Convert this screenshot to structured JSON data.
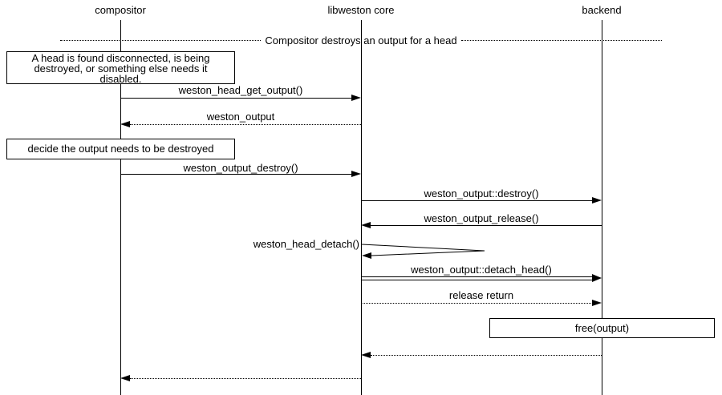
{
  "diagram": {
    "actors": [
      {
        "id": "compositor",
        "label": "compositor"
      },
      {
        "id": "libweston",
        "label": "libweston core"
      },
      {
        "id": "backend",
        "label": "backend"
      }
    ],
    "divider": {
      "label": "Compositor destroys an output for a head"
    },
    "notes": [
      {
        "lines": [
          "A head is found disconnected, is being",
          "destroyed, or something else needs it",
          "disabled."
        ]
      },
      {
        "text": "decide the output needs to be destroyed"
      }
    ],
    "messages": [
      {
        "label": "weston_head_get_output()",
        "from": "compositor",
        "to": "libweston core",
        "style": "solid"
      },
      {
        "label": "weston_output",
        "from": "libweston core",
        "to": "compositor",
        "style": "dotted-return"
      },
      {
        "label": "weston_output_destroy()",
        "from": "compositor",
        "to": "libweston core",
        "style": "solid"
      },
      {
        "label": "weston_output::destroy()",
        "from": "libweston core",
        "to": "backend",
        "style": "solid"
      },
      {
        "label": "weston_output_release()",
        "from": "backend",
        "to": "libweston core",
        "style": "solid"
      },
      {
        "label": "weston_head_detach()",
        "from": "libweston core",
        "to": "libweston core",
        "style": "self-call"
      },
      {
        "label": "weston_output::detach_head()",
        "from": "libweston core",
        "to": "backend",
        "style": "double"
      },
      {
        "label": "release return",
        "from": "libweston core",
        "to": "backend",
        "style": "dotted-return"
      },
      {
        "label": "",
        "from": "backend",
        "to": "libweston core",
        "style": "dotted-return"
      },
      {
        "label": "",
        "from": "libweston core",
        "to": "compositor",
        "style": "dotted-return"
      }
    ],
    "action_box": {
      "label": "free(output)"
    },
    "colors": {
      "line": "#000000",
      "background": "#ffffff"
    }
  }
}
